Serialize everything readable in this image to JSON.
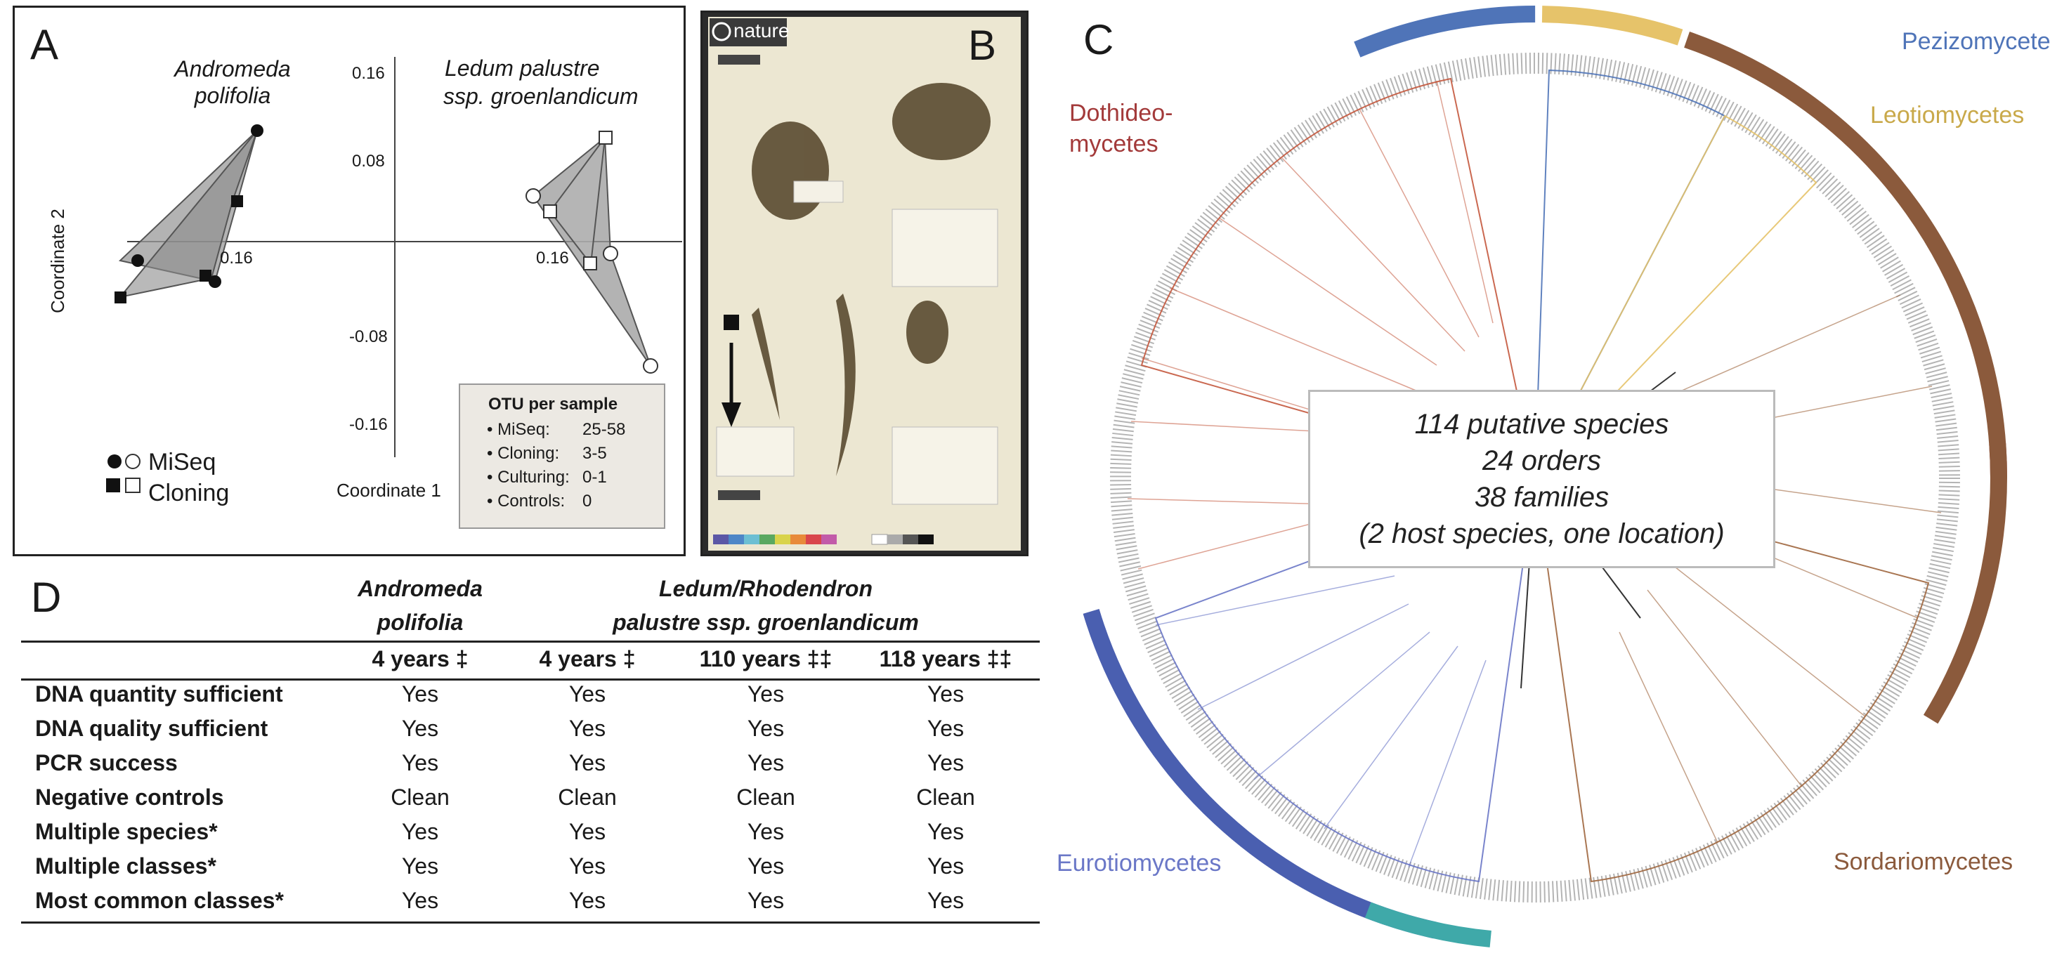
{
  "panelA": {
    "letter": "A",
    "species1": "Andromeda\npolifolia",
    "species2_line1": "Ledum palustre",
    "species2_line2": "ssp. groenlandicum",
    "ylabel": "Coordinate 2",
    "xlabel": "Coordinate 1",
    "ticks_y": [
      "0.16",
      "0.08",
      "-0.08",
      "-0.16"
    ],
    "ticks_x": [
      "0.16",
      "0.16"
    ],
    "legend_miseq": "MiSeq",
    "legend_cloning": "Cloning",
    "otu": {
      "title": "OTU per sample",
      "rows": [
        {
          "label": "• MiSeq:",
          "value": "25-58"
        },
        {
          "label": "• Cloning:",
          "value": "3-5"
        },
        {
          "label": "• Culturing:",
          "value": "0-1"
        },
        {
          "label": "• Controls:",
          "value": "0"
        }
      ]
    }
  },
  "panelB": {
    "letter": "B",
    "logo": "nature"
  },
  "panelC": {
    "letter": "C",
    "center_lines": [
      "114 putative species",
      "24 orders",
      "38 families",
      "(2 host species, one location)"
    ],
    "classes": [
      {
        "name": "Pezizomycetes",
        "color": "#4f74b8"
      },
      {
        "name": "Dothideo-",
        "color": "#a33a3a"
      },
      {
        "name": "mycetes",
        "color": "#a33a3a"
      },
      {
        "name": "Leotiomycetes",
        "color": "#c9a94a"
      },
      {
        "name": "Eurotiomycetes",
        "color": "#6a77c7"
      },
      {
        "name": "Sordariomycetes",
        "color": "#8b5a3c"
      }
    ]
  },
  "panelD": {
    "letter": "D",
    "host1_line1": "Andromeda",
    "host1_line2": "polifolia",
    "host2_line1": "Ledum/Rhodendron",
    "host2_line2": "palustre ssp. groenlandicum",
    "cols": [
      "4 years ‡",
      "4 years ‡",
      "110 years ‡‡",
      "118 years ‡‡"
    ],
    "rows": [
      {
        "label": "DNA quantity sufficient",
        "vals": [
          "Yes",
          "Yes",
          "Yes",
          "Yes"
        ]
      },
      {
        "label": "DNA quality sufficient",
        "vals": [
          "Yes",
          "Yes",
          "Yes",
          "Yes"
        ]
      },
      {
        "label": "PCR success",
        "vals": [
          "Yes",
          "Yes",
          "Yes",
          "Yes"
        ]
      },
      {
        "label": "Negative controls",
        "vals": [
          "Clean",
          "Clean",
          "Clean",
          "Clean"
        ]
      },
      {
        "label": "Multiple species*",
        "vals": [
          "Yes",
          "Yes",
          "Yes",
          "Yes"
        ]
      },
      {
        "label": "Multiple classes*",
        "vals": [
          "Yes",
          "Yes",
          "Yes",
          "Yes"
        ]
      },
      {
        "label": "Most common classes*",
        "vals": [
          "Yes",
          "Yes",
          "Yes",
          "Yes"
        ]
      }
    ]
  }
}
